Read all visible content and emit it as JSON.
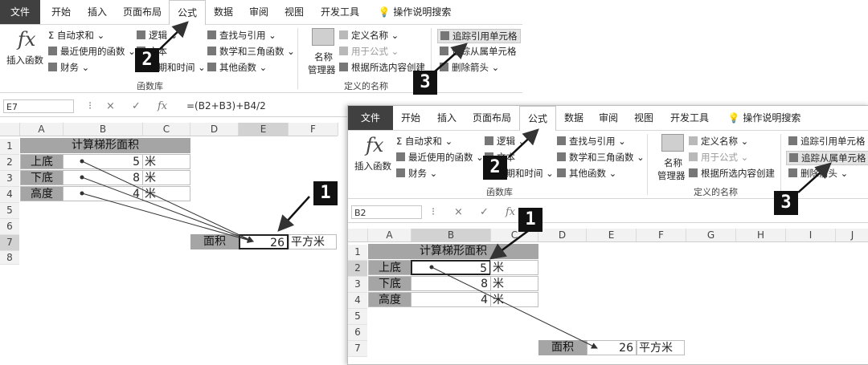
{
  "tabs": [
    "文件",
    "开始",
    "插入",
    "页面布局",
    "公式",
    "数据",
    "审阅",
    "视图",
    "开发工具"
  ],
  "tell_me": "操作说明搜索",
  "ribbon": {
    "insert_function": "插入函数",
    "fx": "fx",
    "autosum": "自动求和",
    "recent": "最近使用的函数",
    "financial": "财务",
    "logical": "逻辑",
    "text": "文本",
    "datetime": "日期和时间",
    "lookup": "查找与引用",
    "math": "数学和三角函数",
    "more": "其他函数",
    "lib_group": "函数库",
    "name_mgr_1": "名称",
    "name_mgr_2": "管理器",
    "define_name": "定义名称",
    "use_in_formula": "用于公式",
    "create_from_sel": "根据所选内容创建",
    "names_group": "定义的名称",
    "trace_precedents": "追踪引用单元格",
    "trace_dependents": "追踪从属单元格",
    "remove_arrows": "删除箭头",
    "dropdown": "⌄"
  },
  "win1": {
    "namebox": "E7",
    "formula": "=(B2+B3)+B4/2",
    "columns": [
      "A",
      "B",
      "C",
      "D",
      "E",
      "F"
    ],
    "rows": [
      "1",
      "2",
      "3",
      "4",
      "5",
      "6",
      "7",
      "8"
    ]
  },
  "win2": {
    "namebox": "B2",
    "formula": "",
    "columns": [
      "A",
      "B",
      "C",
      "D",
      "E",
      "F",
      "G",
      "H",
      "I",
      "J"
    ],
    "rows": [
      "1",
      "2",
      "3",
      "4",
      "5",
      "6",
      "7"
    ]
  },
  "sheet": {
    "title": "计算梯形面积",
    "labels": [
      "上底",
      "下底",
      "高度"
    ],
    "values": [
      "5",
      "8",
      "4"
    ],
    "unit": "米",
    "area_label": "面积",
    "area_value": "26",
    "area_unit": "平方米"
  },
  "callouts": [
    "1",
    "2",
    "3"
  ],
  "fbar_icons": {
    "cancel": "×",
    "enter": "✓",
    "fx": "fx",
    "colon": "⁝"
  }
}
